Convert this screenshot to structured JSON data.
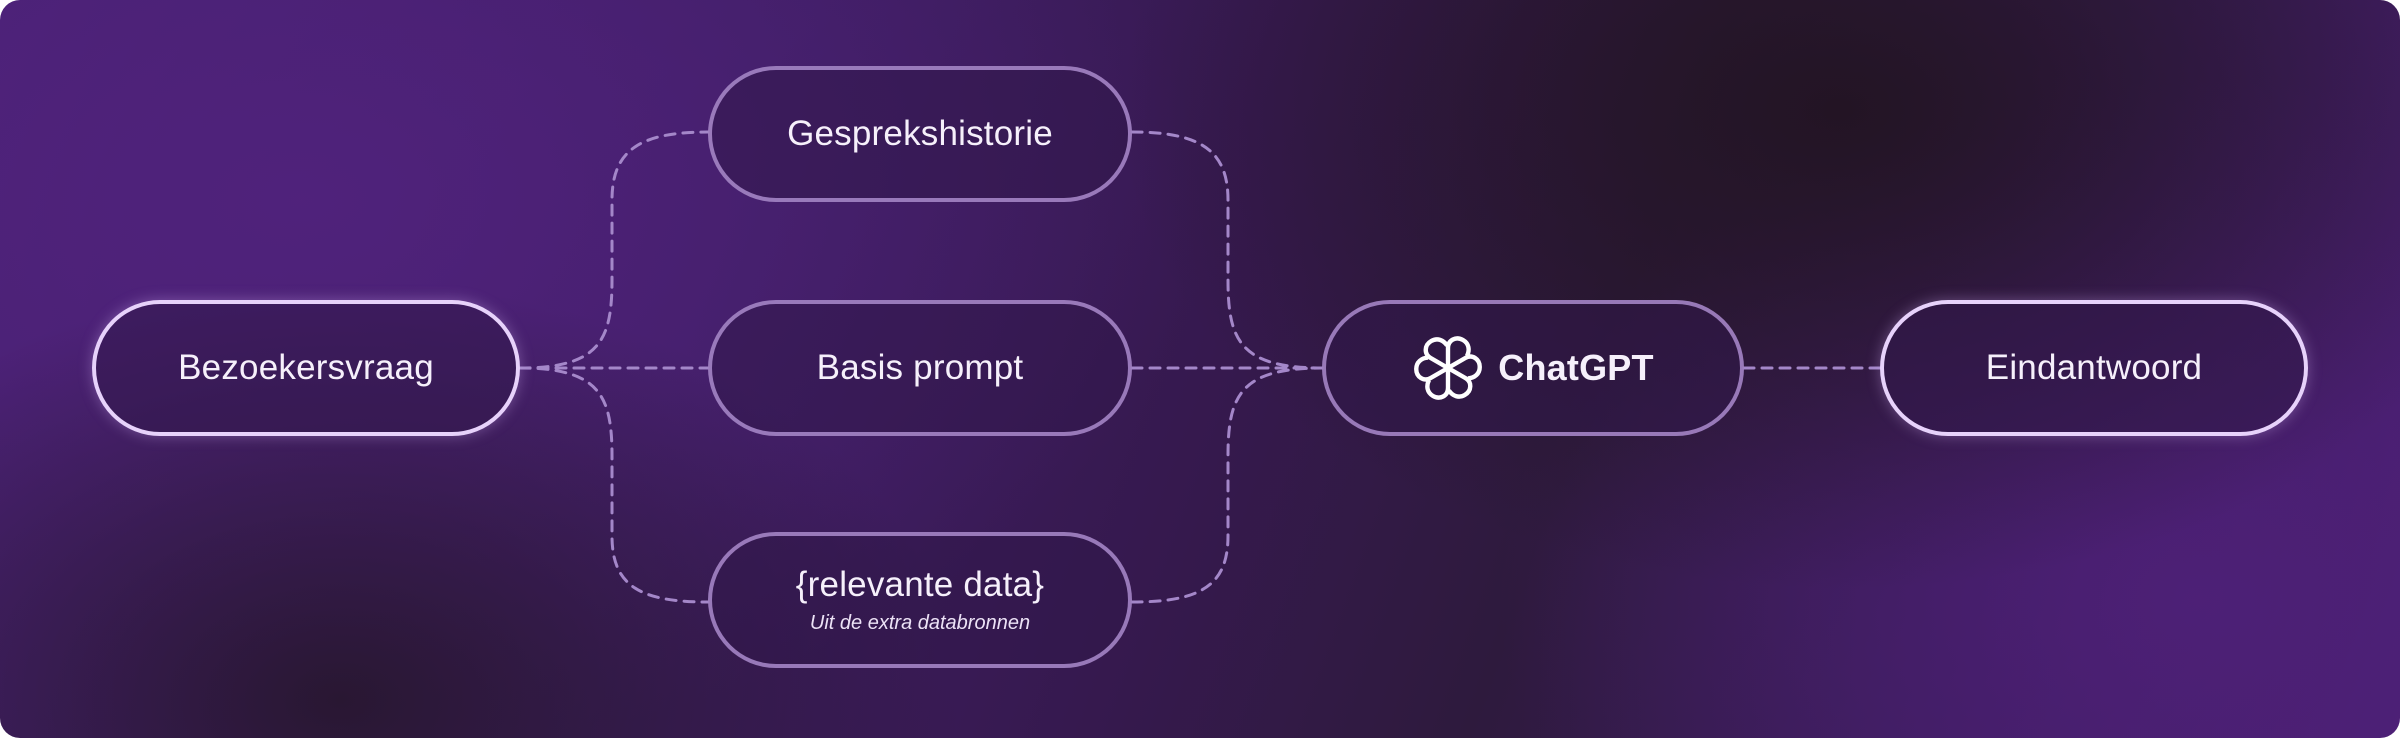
{
  "nodes": {
    "bezoekersvraag": {
      "label": "Bezoekersvraag"
    },
    "gesprekshistorie": {
      "label": "Gesprekshistorie"
    },
    "basis_prompt": {
      "label": "Basis prompt"
    },
    "relevante_data": {
      "label": "{relevante data}",
      "sublabel": "Uit de extra databronnen"
    },
    "chatgpt": {
      "label": "ChatGPT",
      "icon": "openai-logo-icon"
    },
    "eindantwoord": {
      "label": "Eindantwoord"
    }
  },
  "colors": {
    "background_primary": "#4a2276",
    "background_dark": "#22141f",
    "node_border": "#aa8ccd",
    "node_border_highlight": "#e7d2fb",
    "connector": "#a487c9",
    "text": "#f6f0fb"
  }
}
